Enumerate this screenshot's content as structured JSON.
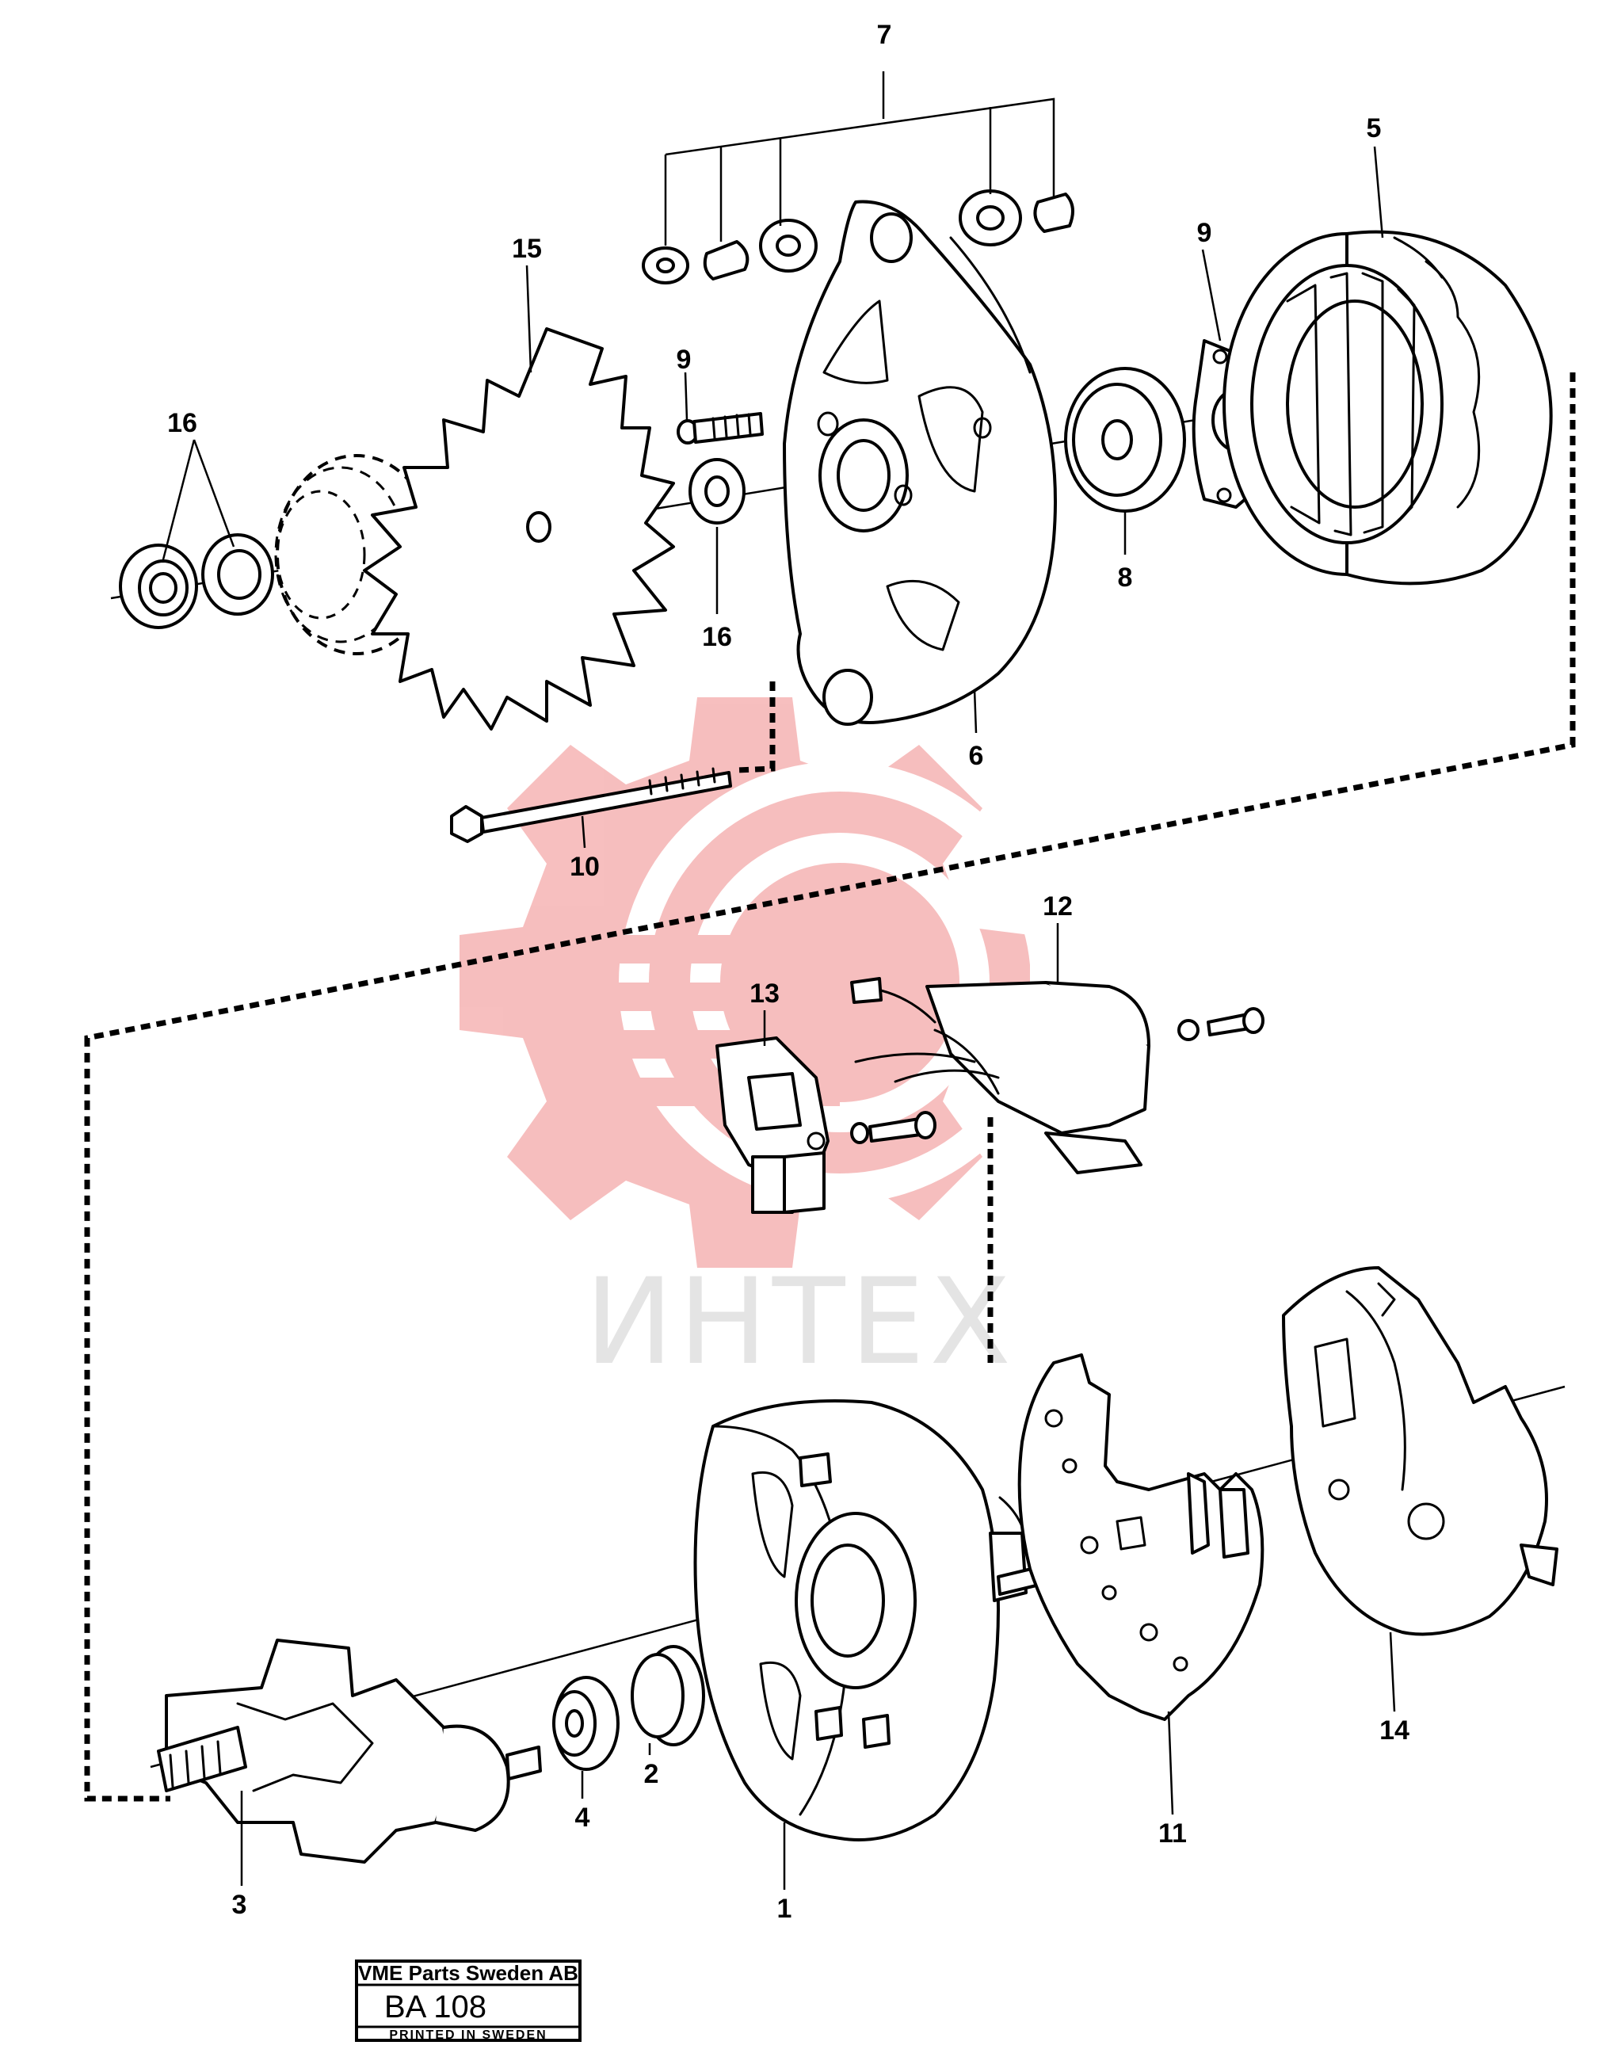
{
  "watermark": {
    "text": "ИНТЕХ",
    "logo_icon": "gear-logo-icon",
    "logo_color": "#f08080",
    "text_color": "#cfcfcf"
  },
  "stamp": {
    "company": "VME Parts Sweden AB",
    "code": "BA 108",
    "printed": "PRINTED IN SWEDEN"
  },
  "callouts": {
    "p1": "1",
    "p2": "2",
    "p3": "3",
    "p4": "4",
    "p5": "5",
    "p6": "6",
    "p7": "7",
    "p8": "8",
    "p9a": "9",
    "p9b": "9",
    "p10": "10",
    "p11": "11",
    "p12": "12",
    "p13": "13",
    "p14": "14",
    "p15": "15",
    "p16a": "16",
    "p16b": "16"
  }
}
